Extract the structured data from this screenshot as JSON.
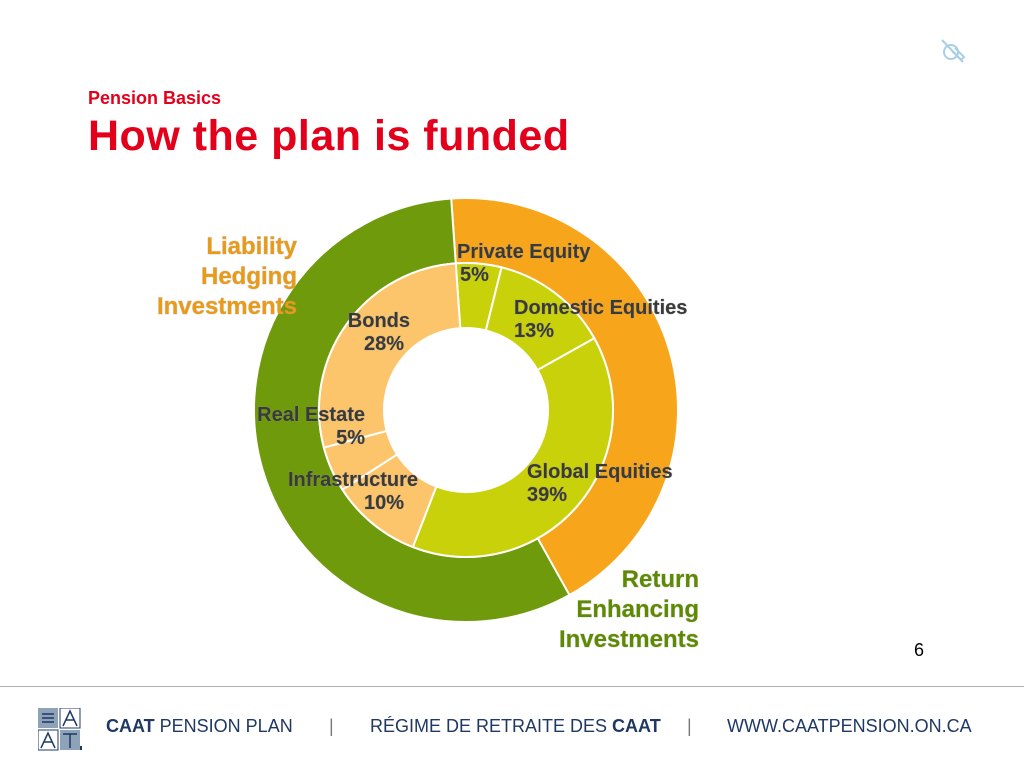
{
  "slide": {
    "subtitle": "Pension Basics",
    "title": "How the plan is funded",
    "page_number": "6"
  },
  "footer": {
    "left_bold": "CAAT",
    "left_rest": " PENSION PLAN",
    "middle_rest": "RÉGIME DE RETRAITE DES ",
    "middle_bold": "CAAT",
    "separator": "|",
    "url": "WWW.CAATPENSION.ON.CA"
  },
  "colors": {
    "title_red": "#e3001b",
    "liability_outer": "#f7a51b",
    "liability_inner": "#fcc56b",
    "return_outer": "#6f9a0c",
    "return_inner": "#c8d10a",
    "liability_label": "#e99a17",
    "return_label": "#5d8a00",
    "footer_text": "#1f3864"
  },
  "chart_data": {
    "type": "pie",
    "style": "double-donut",
    "outer_ring": [
      {
        "name": "Liability Hedging Investments",
        "label_lines": [
          "Liability",
          "Hedging",
          "Investments"
        ],
        "value": 43,
        "color": "#f7a51b",
        "label_color": "#e99a17"
      },
      {
        "name": "Return Enhancing Investments",
        "label_lines": [
          "Return",
          "Enhancing",
          "Investments"
        ],
        "value": 57,
        "color": "#6f9a0c",
        "label_color": "#5d8a00"
      }
    ],
    "inner_ring": [
      {
        "name": "Private Equity",
        "value": 5,
        "value_label": "5%",
        "color": "#c8d10a"
      },
      {
        "name": "Domestic Equities",
        "value": 13,
        "value_label": "13%",
        "color": "#c8d10a"
      },
      {
        "name": "Global Equities",
        "value": 39,
        "value_label": "39%",
        "color": "#c8d10a"
      },
      {
        "name": "Infrastructure",
        "value": 10,
        "value_label": "10%",
        "color": "#fcc56b"
      },
      {
        "name": "Real Estate",
        "value": 5,
        "value_label": "5%",
        "color": "#fcc56b"
      },
      {
        "name": "Bonds",
        "value": 28,
        "value_label": "28%",
        "color": "#fcc56b"
      }
    ]
  }
}
